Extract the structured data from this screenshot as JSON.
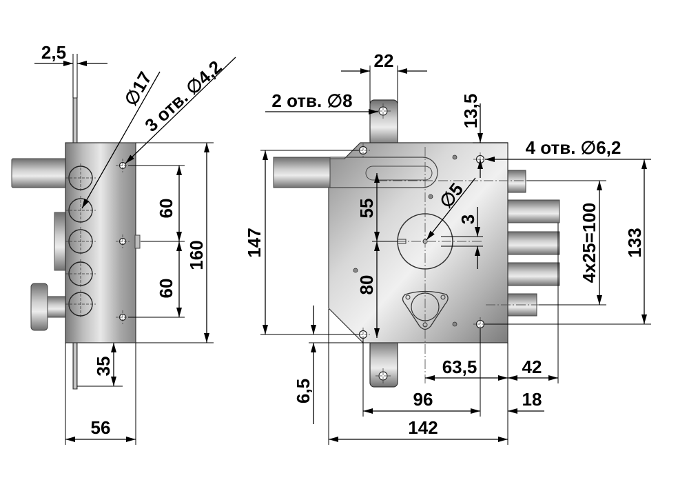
{
  "drawing": {
    "side_view": {
      "dim_plate": "2,5",
      "dim_hole_diameter": "∅17",
      "dim_mount_holes": "3 отв. ∅4,2",
      "dim_spacing_upper": "60",
      "dim_spacing_lower": "60",
      "dim_height": "160",
      "dim_plate_offset": "35",
      "dim_depth": "56"
    },
    "front_view": {
      "dim_tab_width": "22",
      "dim_tab_holes": "2 отв. ∅8",
      "dim_hole_offset_top": "13,5",
      "dim_body_holes": "4 отв. ∅6,2",
      "dim_tab_hole_span": "147",
      "dim_latch_to_cylinder": "55",
      "dim_cylinder_diameter": "∅5",
      "dim_cylinder_offset": "3",
      "dim_cylinder_to_bottom": "80",
      "dim_bolt_spacing": "4x25=100",
      "dim_body_hole_span": "133",
      "dim_cylinder_to_edge": "63,5",
      "dim_bolt_projection": "42",
      "dim_hole_offset_bottom": "6,5",
      "dim_hole_distance": "96",
      "dim_hole_to_edge": "18",
      "dim_body_width": "142"
    }
  },
  "colors": {
    "background": "#ffffff",
    "line": "#000000",
    "metal_light": "#ececec",
    "metal_mid": "#b4b4b4",
    "metal_dark": "#6e6e6e"
  }
}
